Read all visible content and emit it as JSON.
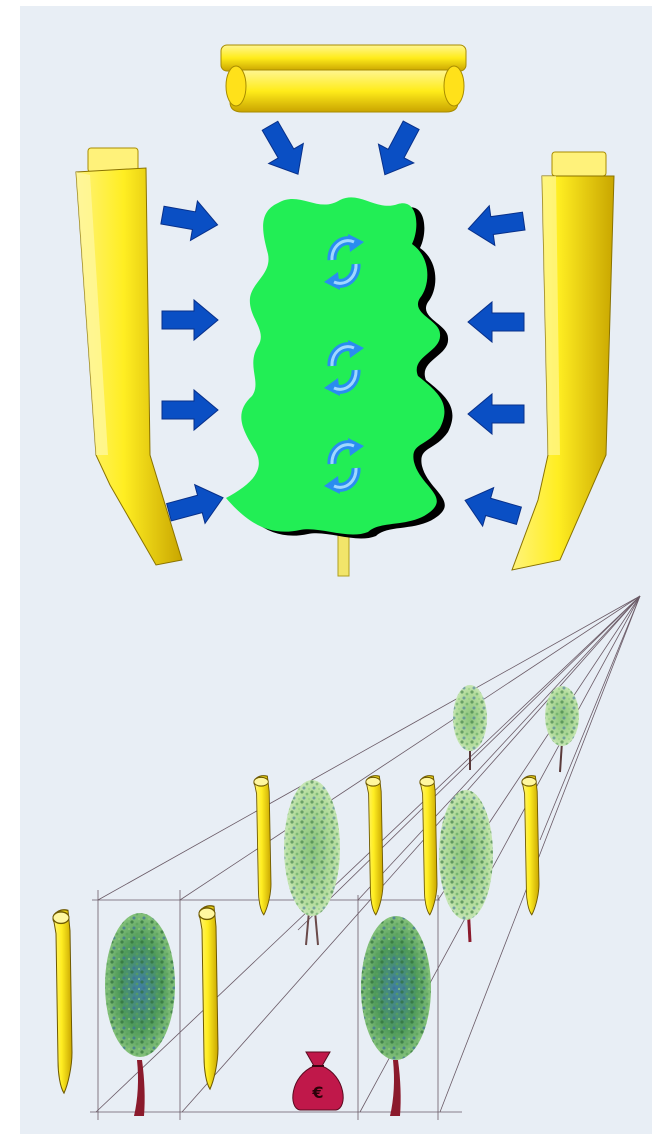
{
  "figure": {
    "panel_color": "#e8eef5",
    "top_illustration": {
      "sprayer_color": "#ffee33",
      "sprayer_shadow": "#d9b400",
      "airflow_arrow_color": "#0a4fc4",
      "canopy_color": "#22ee55",
      "canopy_outline": "#000000",
      "turbulence_color": "#3aa0ff",
      "icons": [
        "sprayer-top",
        "sprayer-left",
        "sprayer-right",
        "airflow-arrow",
        "tree-canopy",
        "turbulence-cycle-icon"
      ]
    },
    "bottom_illustration": {
      "money_bag_label": "€",
      "money_bag_color": "#c0184a",
      "trunk_color": "#8b1a2c",
      "foliage_colors": [
        "#2e8b57",
        "#7cc576",
        "#3a6f9e",
        "#a8d89a"
      ],
      "icons": [
        "perspective-lines",
        "tree-row",
        "sprayer-nozzle",
        "money-bag-icon"
      ]
    }
  }
}
